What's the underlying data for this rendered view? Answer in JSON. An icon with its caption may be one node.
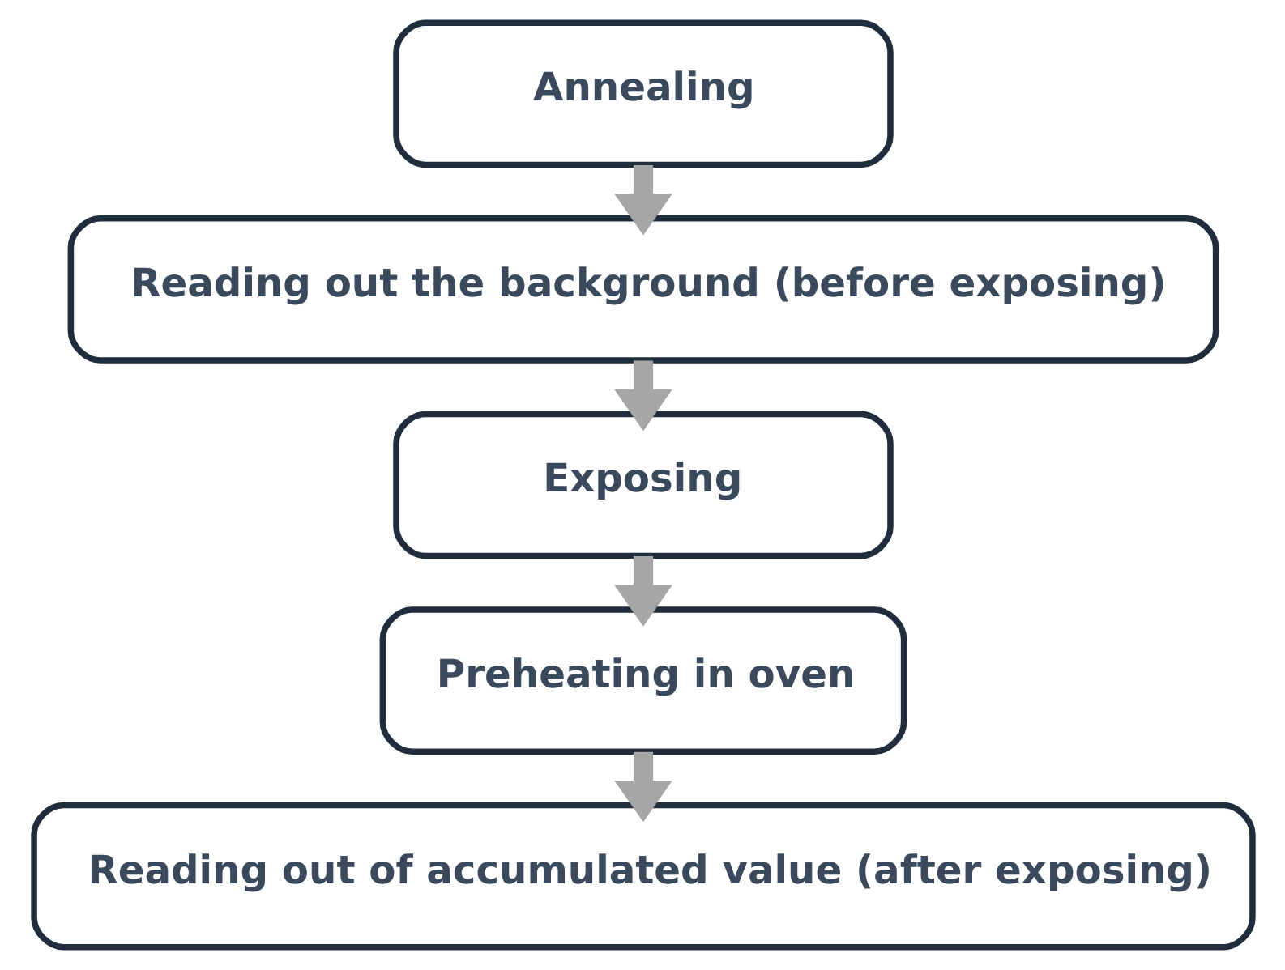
{
  "diagram": {
    "nodes": [
      {
        "text": [
          "Annealing"
        ]
      },
      {
        "text": [
          "Reading out the background (before exposing)"
        ]
      },
      {
        "text": [
          "Exposing"
        ]
      },
      {
        "text": [
          "Preheating in oven"
        ]
      },
      {
        "text": [
          "Reading out of accumulated value (after exposing)"
        ]
      }
    ],
    "edges": [
      {
        "from": 0,
        "to": 1,
        "arrow": "to"
      },
      {
        "from": 1,
        "to": 2,
        "arrow": "to"
      },
      {
        "from": 2,
        "to": 3,
        "arrow": "to"
      },
      {
        "from": 3,
        "to": 4,
        "arrow": "to"
      }
    ]
  }
}
